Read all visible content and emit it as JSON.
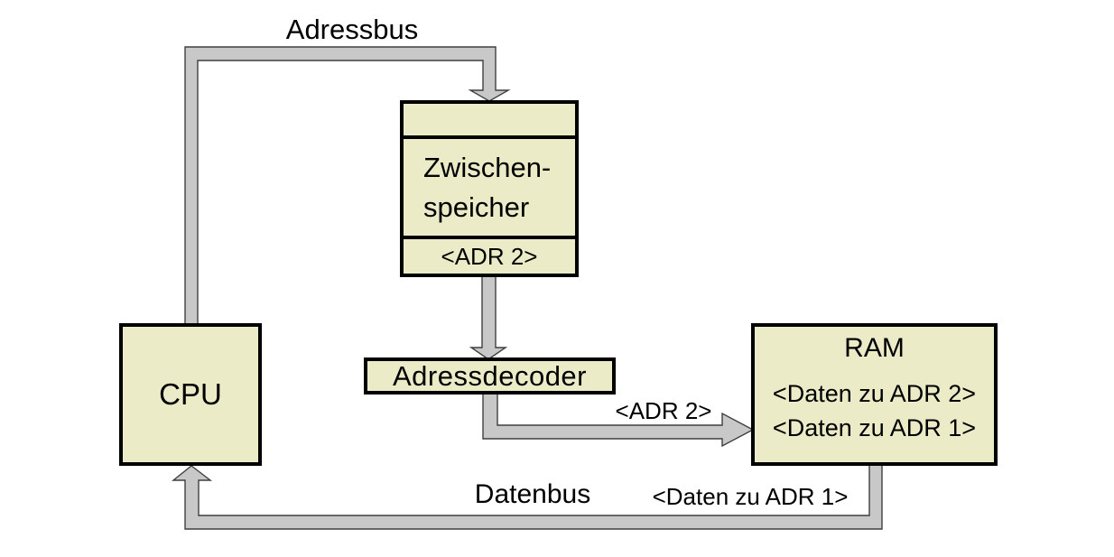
{
  "colors": {
    "canvas_bg": "#ffffff",
    "box_fill": "#ebebc8",
    "box_border": "#000000",
    "bus_fill": "#c8c8c8",
    "bus_outline": "#3f3f3f",
    "text_color": "#000000"
  },
  "nodes": {
    "cpu": {
      "label": "CPU"
    },
    "zwischenspeicher": {
      "label_line1": "Zwischen-",
      "label_line2": "speicher",
      "slot": "<ADR 2>"
    },
    "adressdecoder": {
      "label": "Adressdecoder"
    },
    "ram": {
      "title": "RAM",
      "row1": "<Daten zu ADR 2>",
      "row2": "<Daten zu ADR 1>"
    }
  },
  "bus_labels": {
    "adressbus": "Adressbus",
    "datenbus": "Datenbus",
    "datenbus_payload": "<Daten zu ADR 1>",
    "adr2_on_bus": "<ADR 2>"
  }
}
